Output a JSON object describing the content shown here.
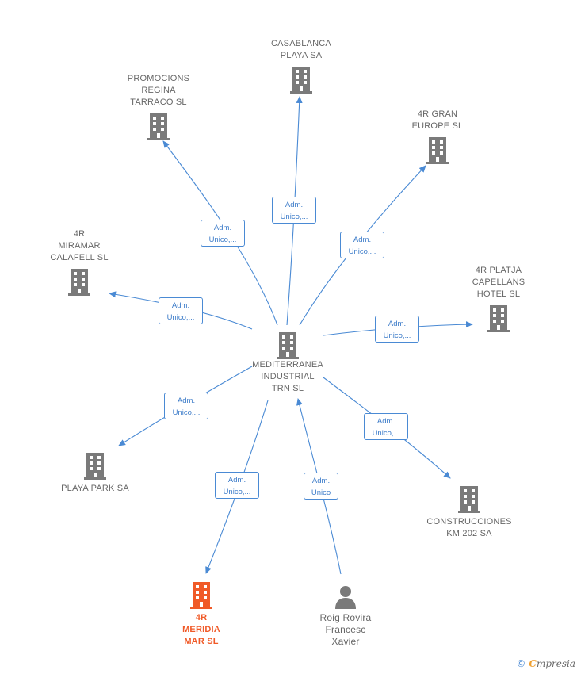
{
  "center": {
    "label": "MEDITERRANEA\nINDUSTRIAL\nTRN  SL"
  },
  "nodes": {
    "casablanca": {
      "label": "CASABLANCA\nPLAYA SA"
    },
    "promocions": {
      "label": "PROMOCIONS\nREGINA\nTARRACO SL"
    },
    "gran_europe": {
      "label": "4R GRAN\nEUROPE  SL"
    },
    "miramar": {
      "label": "4R\nMIRAMAR\nCALAFELL  SL"
    },
    "platja": {
      "label": "4R PLATJA\nCAPELLANS\nHOTEL  SL"
    },
    "playa_park": {
      "label": "PLAYA PARK SA"
    },
    "construcciones": {
      "label": "CONSTRUCCIONES\nKM 202 SA"
    },
    "meridia": {
      "label": "4R\nMERIDIA\nMAR  SL"
    },
    "roig": {
      "label": "Roig Rovira\nFrancesc\nXavier"
    }
  },
  "edges": {
    "casablanca": "Adm.\nUnico,...",
    "promocions": "Adm.\nUnico,...",
    "gran_europe": "Adm.\nUnico,...",
    "miramar": "Adm.\nUnico,...",
    "platja": "Adm.\nUnico,...",
    "playa_park": "Adm.\nUnico,...",
    "construcciones": "Adm.\nUnico,...",
    "meridia": "Adm.\nUnico,...",
    "roig": "Adm.\nUnico"
  },
  "footer": {
    "copyright": "©",
    "brand_first": "C",
    "brand_rest": "mpresia"
  },
  "colors": {
    "edge": "#4a8ad4",
    "building": "#7a7a7a",
    "highlight": "#f05a28",
    "person": "#7a7a7a"
  }
}
